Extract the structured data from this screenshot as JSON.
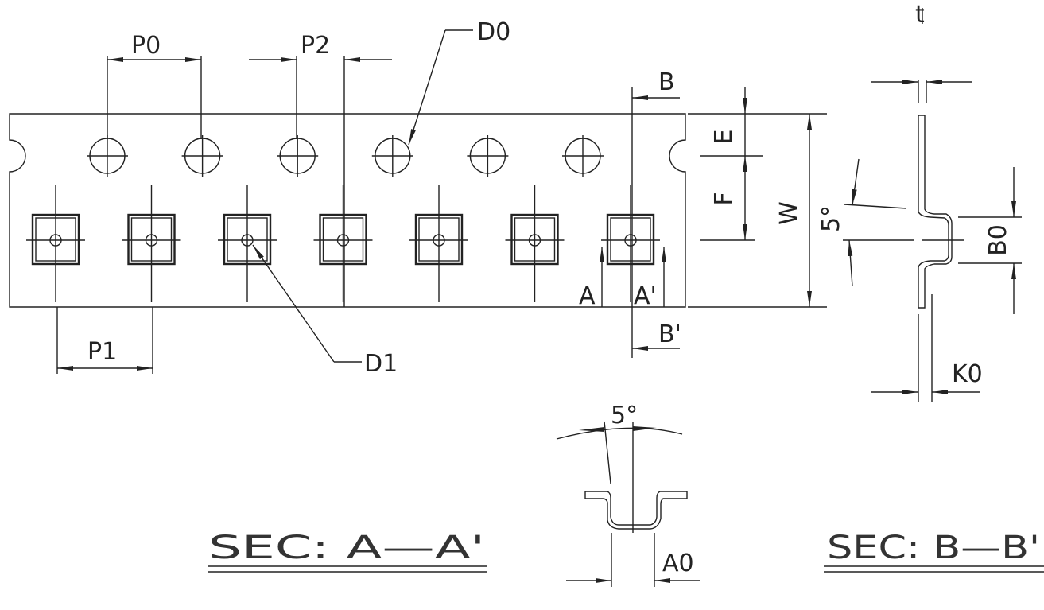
{
  "labels": {
    "p0": "P0",
    "p2": "P2",
    "d0": "D0",
    "b": "B",
    "b_prime": "B'",
    "e": "E",
    "f": "F",
    "w": "W",
    "a": "A",
    "a_prime": "A'",
    "p1": "P1",
    "d1": "D1",
    "t": "t",
    "angle_bb": "5°",
    "b0": "B0",
    "k0": "K0",
    "angle_aa": "5°",
    "a0": "A0"
  },
  "sections": {
    "aa": "SEC: A—A'",
    "bb": "SEC: B—B'"
  },
  "tape": {
    "sprocket_hole_count": 6,
    "pocket_count": 7
  }
}
